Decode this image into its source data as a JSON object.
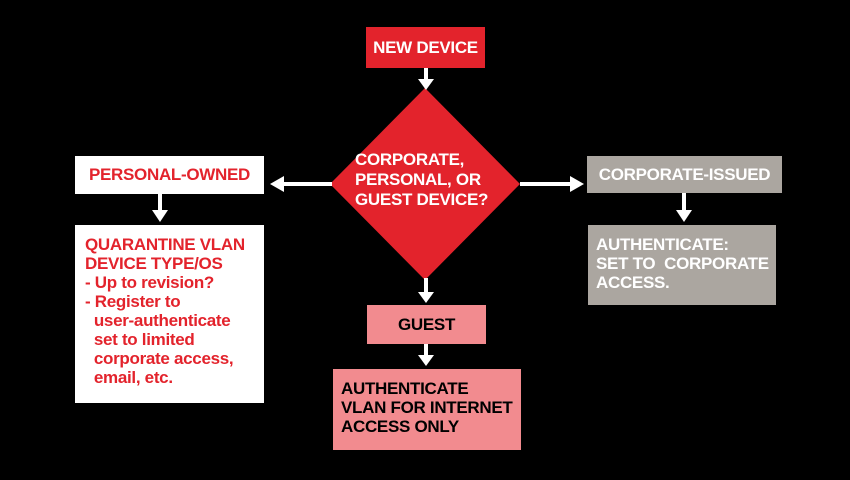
{
  "diagram": {
    "start": {
      "label": "NEW DEVICE"
    },
    "decision": {
      "lines": [
        "CORPORATE,",
        "PERSONAL, OR",
        "GUEST DEVICE?"
      ]
    },
    "personal": {
      "label": "PERSONAL-OWNED",
      "detail_lines": [
        "QUARANTINE VLAN",
        "DEVICE TYPE/OS",
        "- Up to revision?",
        "- Register to",
        "  user-authenticate",
        "  set to limited",
        "  corporate access,",
        "  email, etc."
      ]
    },
    "corporate": {
      "label": "CORPORATE-ISSUED",
      "detail_lines": [
        "AUTHENTICATE:",
        "SET TO  CORPORATE",
        "ACCESS."
      ]
    },
    "guest": {
      "label": "GUEST",
      "detail_lines": [
        "AUTHENTICATE",
        "VLAN FOR INTERNET",
        "ACCESS ONLY"
      ]
    }
  },
  "colors": {
    "red": "#e3232c",
    "pink": "#f28b8f",
    "gray": "#aba6a0",
    "background": "#000000"
  }
}
